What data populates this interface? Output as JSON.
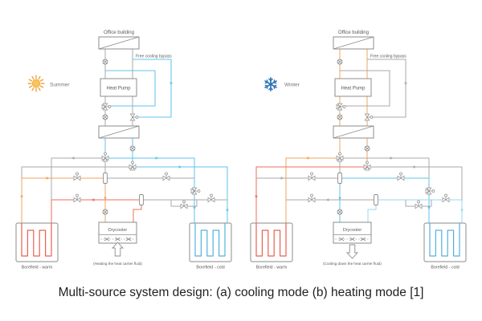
{
  "caption": "Multi-source system design: (a) cooling mode (b) heating mode [1]",
  "palette": {
    "gray": "#a8a8a8",
    "blue": "#62c3ea",
    "lightblue": "#9ad7f0",
    "orange": "#f2a55c",
    "red": "#ed6d5e",
    "coil_warm": "#e8604f",
    "coil_cold": "#56b0dc",
    "box_stroke": "#8c8c8c",
    "borefield_stroke": "#a0a0a0",
    "label_text": "#595959",
    "season_text": "#737373",
    "sun": "#f0a23c",
    "sun_fill": "#f9c45e",
    "snow": "#2e75b6"
  },
  "diagrams": [
    {
      "id": "cooling",
      "season_label": "Summer",
      "season_icon": "sun-icon",
      "building_label": "Office building",
      "bypass_label": "Free cooling bypass",
      "heat_pump_label": "Heat Pump",
      "drycooler_label": "Drycooler",
      "drycooler_note": "(Heating the heat carrier fluid)",
      "borefield_warm_label": "Borefield - warm",
      "borefield_cold_label": "Borefield - cold",
      "air_arrow_direction": "up",
      "roles": {
        "loop": "gray",
        "bypass": "blue",
        "loop2": "blue",
        "segA": "gray",
        "warmR": "red",
        "warmReturn": "red",
        "segC": "blue",
        "coldL": "blue",
        "segB": "gray",
        "warmL": "orange",
        "warmSupply": "orange",
        "segD": "blue",
        "coldR": "blue",
        "link1": "gray",
        "link2": "gray",
        "ubypass": "gray",
        "vertA1": "gray",
        "dcL": "orange",
        "dcR": "red"
      }
    },
    {
      "id": "heating",
      "season_label": "Winter",
      "season_icon": "snowflake-icon",
      "building_label": "Office building",
      "bypass_label": "Free cooling bypass",
      "heat_pump_label": "Heat Pump",
      "drycooler_label": "Drycooler",
      "drycooler_note": "(Cooling down the heat carrier fluid)",
      "borefield_warm_label": "Borefield - warm",
      "borefield_cold_label": "Borefield - cold",
      "air_arrow_direction": "down",
      "roles": {
        "loop": "orange",
        "bypass": "gray",
        "loop2": "orange",
        "segA": "orange",
        "warmR": "orange",
        "warmReturn": "gray",
        "segC": "gray",
        "coldL": "blue",
        "segB": "red",
        "warmL": "red",
        "warmSupply": "gray",
        "segD": "gray",
        "coldR": "lightblue",
        "link1": "blue",
        "link2": "lightblue",
        "ubypass": "gray",
        "vertA1": "gray",
        "dcL": "blue",
        "dcR": "lightblue"
      }
    }
  ]
}
